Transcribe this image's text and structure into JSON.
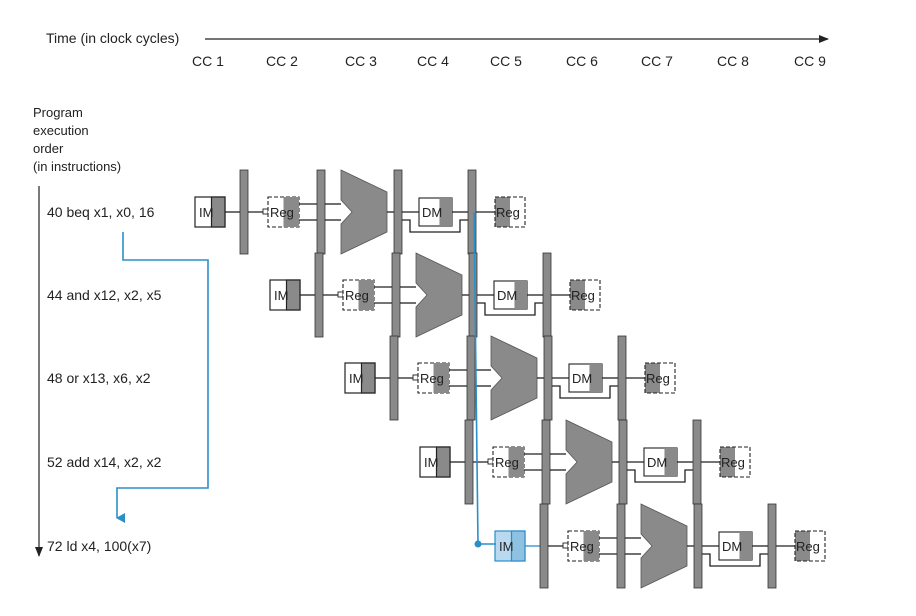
{
  "time_label": "Time (in clock cycles)",
  "clock_cycles": [
    "CC 1",
    "CC 2",
    "CC 3",
    "CC 4",
    "CC 5",
    "CC 6",
    "CC 7",
    "CC 8",
    "CC 9"
  ],
  "order_label": [
    "Program",
    "execution",
    "order",
    "(in instructions)"
  ],
  "instructions": [
    "40 beq x1, x0, 16",
    "44 and x12, x2, x5",
    "48 or x13, x6, x2",
    "52 add x14, x2, x2",
    "72 ld x4, 100(x7)"
  ],
  "stage_labels": {
    "im": "IM",
    "reg": "Reg",
    "dm": "DM"
  },
  "colors": {
    "unit": "#8a8a8a",
    "line": "#222222",
    "branch": "#2a8fc9",
    "highlight_fill": "#b8d9ef"
  }
}
